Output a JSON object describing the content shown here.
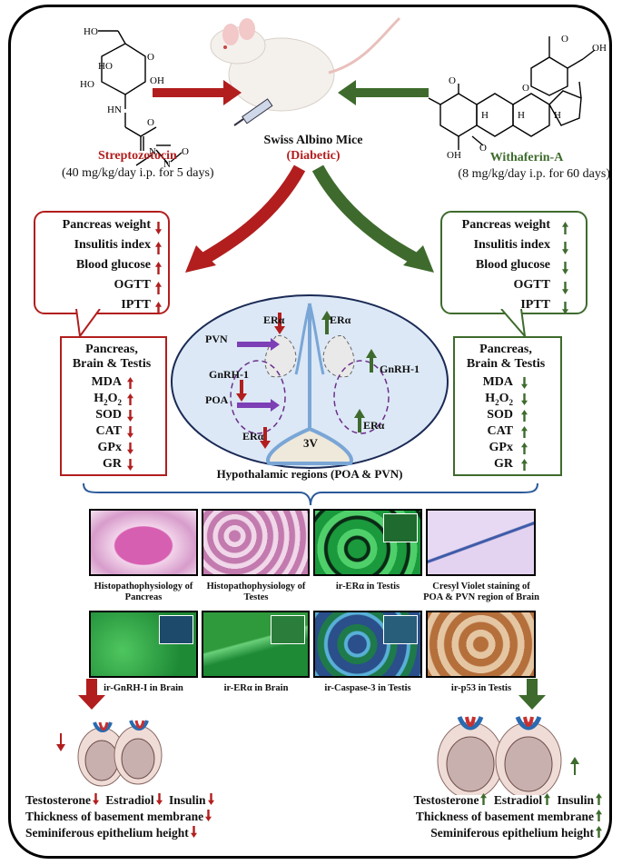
{
  "center": {
    "title": "Swiss Albino Mice",
    "subtitle": "(Diabetic)"
  },
  "left_drug": {
    "name": "Streptozotocin",
    "dose": "(40 mg/kg/day i.p. for 5 days)"
  },
  "right_drug": {
    "name": "Withaferin-A",
    "dose": "(8 mg/kg/day i.p. for 60 days)"
  },
  "left_box1": [
    "Pancreas weight",
    "Insulitis index",
    "Blood glucose",
    "OGTT",
    "IPTT"
  ],
  "left_box1_arrows": [
    "down",
    "up",
    "up",
    "up",
    "up"
  ],
  "right_box1": [
    "Pancreas weight",
    "Insulitis index",
    "Blood glucose",
    "OGTT",
    "IPTT"
  ],
  "right_box1_arrows": [
    "up",
    "down",
    "down",
    "down",
    "down"
  ],
  "box2_title": [
    "Pancreas,",
    "Brain & Testis"
  ],
  "box2_items": [
    "MDA",
    "H2O2",
    "SOD",
    "CAT",
    "GPx",
    "GR"
  ],
  "left_box2_arrows": [
    "up",
    "up",
    "down",
    "down",
    "down",
    "down"
  ],
  "right_box2_arrows": [
    "down",
    "down",
    "up",
    "up",
    "up",
    "up"
  ],
  "hypothalamus": {
    "pvn": "PVN",
    "poa": "POA",
    "gnrh_left": "GnRH-1",
    "gnrh_right": "GnRH-1",
    "era": "ERα",
    "ventricle": "3V",
    "caption": "Hypothalamic regions (POA & PVN)"
  },
  "images_row1": [
    {
      "caption": [
        "Histopathophysiology of",
        "Pancreas"
      ]
    },
    {
      "caption": [
        "Histopathophysiology of",
        "Testes"
      ]
    },
    {
      "caption": [
        "ir-ERα in Testis"
      ]
    },
    {
      "caption": [
        "Cresyl Violet staining of",
        "POA & PVN region of Brain"
      ]
    }
  ],
  "images_row2": [
    {
      "caption": [
        "ir-GnRH-I in Brain"
      ]
    },
    {
      "caption": [
        "ir-ERα in Brain"
      ]
    },
    {
      "caption": [
        "ir-Caspase-3 in Testis"
      ]
    },
    {
      "caption": [
        "ir-p53 in Testis"
      ]
    }
  ],
  "bottom_left": {
    "line1": [
      "Testosterone",
      "Estradiol",
      "Insulin"
    ],
    "line2": "Thickness of basement membrane",
    "line3": "Seminiferous epithelium height"
  },
  "bottom_right": {
    "line1": [
      "Testosterone",
      "Estradiol",
      "Insulin"
    ],
    "line2": "Thickness of basement membrane",
    "line3": "Seminiferous epithelium height"
  },
  "colors": {
    "red": "#b21e1e",
    "green": "#3e6b2d",
    "oval": "#dce8f6"
  }
}
